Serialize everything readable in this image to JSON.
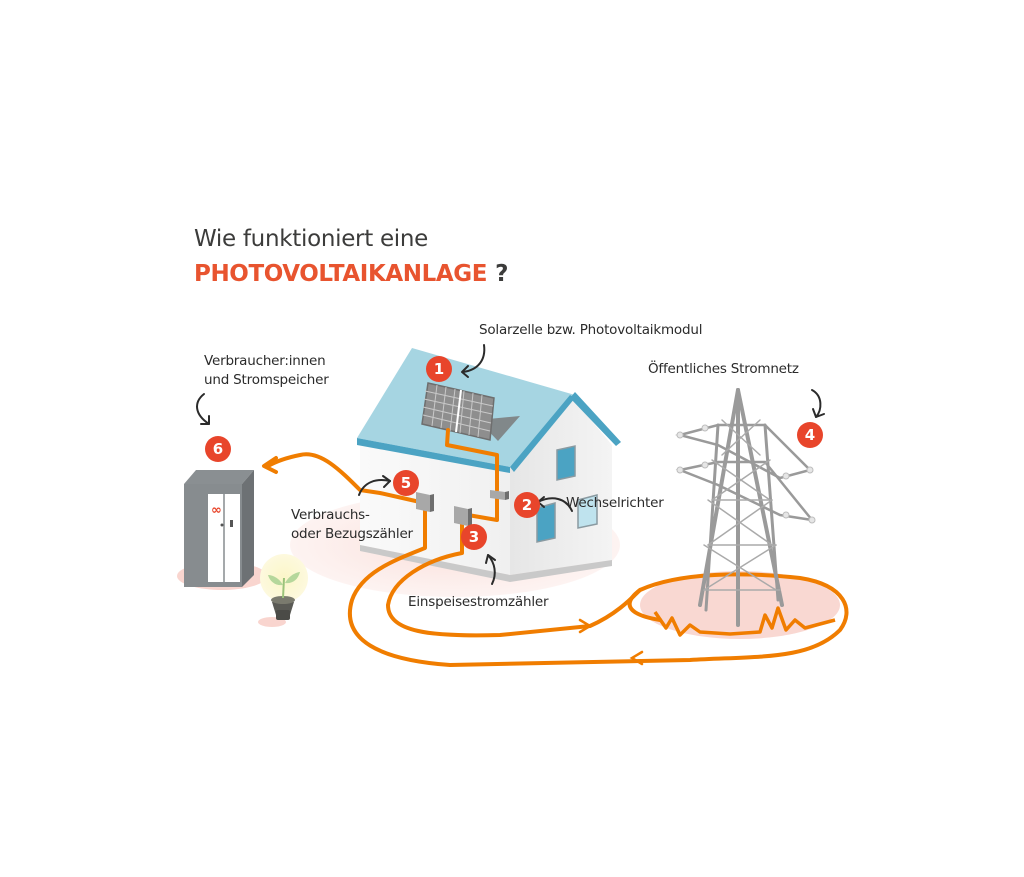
{
  "title": {
    "line1": "Wie funktioniert eine",
    "line2_accent": "PHOTOVOLTAIKANLAGE",
    "line2_suffix": "?"
  },
  "colors": {
    "accent": "#e8542f",
    "badge": "#e8452b",
    "cable": "#f07d00",
    "roof": "#9fd3e0",
    "roof_edge": "#4ba3c3",
    "wall": "#f1f1f1",
    "ground_glow": "#f9d6d0",
    "text": "#2b2b2b"
  },
  "components": [
    {
      "number": "1",
      "label": "Solarzelle bzw. Photovoltaikmodul",
      "icon": "solar-panel-icon"
    },
    {
      "number": "2",
      "label": "Wechselrichter",
      "icon": "inverter-icon"
    },
    {
      "number": "3",
      "label": "Einspeisestromzähler",
      "icon": "feed-in-meter-icon"
    },
    {
      "number": "4",
      "label": "Öffentliches Stromnetz",
      "icon": "power-pylon-icon"
    },
    {
      "number": "5",
      "label_line1": "Verbrauchs-",
      "label_line2": "oder Bezugszähler",
      "icon": "consumption-meter-icon"
    },
    {
      "number": "6",
      "label_line1": "Verbraucher:innen",
      "label_line2": "und Stromspeicher",
      "icon": "battery-storage-icon"
    }
  ]
}
